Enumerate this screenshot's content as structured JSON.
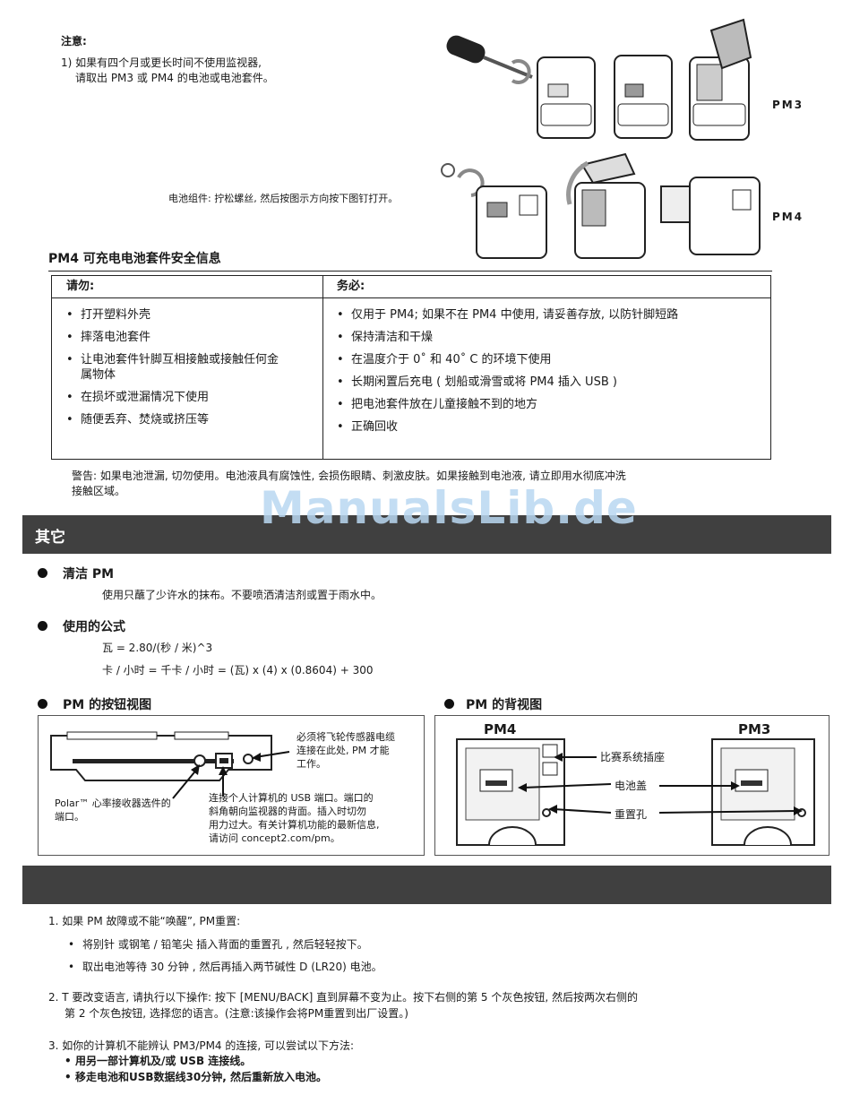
{
  "note": {
    "title": "注意:",
    "item1_line1": "1) 如果有四个月或更长时间不使用监视器,",
    "item1_line2": "请取出 PM3 或 PM4 的电池或电池套件。",
    "battery_caption": "电池组件: 拧松螺丝, 然后按图示方向按下图钉打开。",
    "label_pm3": "PM3",
    "label_pm4": "PM4"
  },
  "safety": {
    "heading": "PM4 可充电电池套件安全信息",
    "dont_header": "请勿:",
    "do_header": "务必:",
    "dont_items": [
      "打开塑料外壳",
      "摔落电池套件",
      "让电池套件针脚互相接触或接触任何金属物体",
      "在损坏或泄漏情况下使用",
      "随便丢弃、焚烧或挤压等"
    ],
    "do_items": [
      "仅用于 PM4; 如果不在 PM4 中使用, 请妥善存放, 以防针脚短路",
      "保持清洁和干燥",
      "在温度介于 0˚ 和 40˚ C 的环境下使用",
      "长期闲置后充电 ( 划船或滑雪或将 PM4 插入 USB )",
      "把电池套件放在儿童接触不到的地方",
      "正确回收"
    ],
    "warning_line1": "警告: 如果电池泄漏, 切勿使用。电池液具有腐蚀性, 会损伤眼睛、刺激皮肤。如果接触到电池液, 请立即用水彻底冲洗",
    "warning_line2": "接触区域。"
  },
  "watermark": "ManualsLib.de",
  "other": {
    "bar_title": "其它",
    "clean_title": "清洁 PM",
    "clean_text": "使用只蘸了少许水的抹布。不要喷洒清洁剂或置于雨水中。",
    "formula_title": "使用的公式",
    "formula1": "瓦 = 2.80/(秒 / 米)^3",
    "formula2": "卡 / 小时 = 千卡 / 小时 = (瓦) x (4) x (0.8604) + 300"
  },
  "button_view": {
    "title": "PM 的按钮视图",
    "callout_flywheel": [
      "必须将飞轮传感器电缆",
      "连接在此处, PM 才能",
      "工作。"
    ],
    "callout_polar": [
      "Polar™ 心率接收器选件的",
      "端口。"
    ],
    "callout_usb": [
      "连接个人计算机的 USB 端口。端口的",
      "斜角朝向监视器的背面。插入时切勿",
      "用力过大。有关计算机功能的最新信息,",
      "请访问 concept2.com/pm。"
    ]
  },
  "back_view": {
    "title": "PM 的背视图",
    "label_pm4": "PM4",
    "label_pm3": "PM3",
    "label_race": "比赛系统插座",
    "label_battery": "电池盖",
    "label_reset": "重置孔"
  },
  "troubleshoot": {
    "item1": "1. 如果 PM 故障或不能“唤醒”, PM重置:",
    "item1_bullets": [
      "将别针 或钢笔 / 铅笔尖 插入背面的重置孔 , 然后轻轻按下。",
      "取出电池等待 30 分钟 , 然后再插入两节碱性 D (LR20) 电池。"
    ],
    "item2_line1": "2. T 要改变语言, 请执行以下操作: 按下 [MENU/BACK] 直到屏幕不变为止。按下右侧的第 5 个灰色按钮, 然后按两次右侧的",
    "item2_line2": "第 2 个灰色按钮, 选择您的语言。(注意:该操作会将PM重置到出厂设置。)",
    "item3": "3. 如你的计算机不能辨认 PM3/PM4 的连接, 可以尝试以下方法:",
    "item3_bullets": [
      "用另一部计算机及/或 USB 连接线。",
      "移走电池和USB数据线30分钟, 然后重新放入电池。"
    ]
  }
}
